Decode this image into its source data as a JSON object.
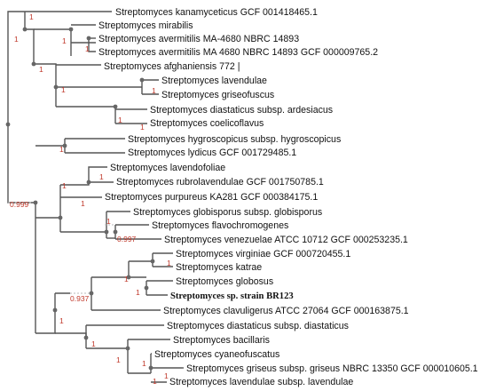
{
  "tree": {
    "branch_color": "#555555",
    "support_color": "#c0392b",
    "taxa": [
      {
        "name": "Streptomyces kanamyceticus  GCF 001418465.1"
      },
      {
        "name": "Streptomyces mirabilis"
      },
      {
        "name": "Streptomyces avermitilis MA-4680   NBRC 14893"
      },
      {
        "name": "Streptomyces avermitilis MA 4680    NBRC 14893  GCF 000009765.2"
      },
      {
        "name": "Streptomyces afghaniensis 772 |"
      },
      {
        "name": "Streptomyces lavendulae"
      },
      {
        "name": "Streptomyces griseofuscus"
      },
      {
        "name": "Streptomyces diastaticus subsp. ardesiacus"
      },
      {
        "name": "Streptomyces coelicoflavus"
      },
      {
        "name": "Streptomyces hygroscopicus subsp. hygroscopicus"
      },
      {
        "name": "Streptomyces lydicus  GCF 001729485.1"
      },
      {
        "name": "Streptomyces lavendofoliae"
      },
      {
        "name": "Streptomyces rubrolavendulae  GCF 001750785.1"
      },
      {
        "name": "Streptomyces purpureus KA281  GCF 000384175.1"
      },
      {
        "name": "Streptomyces globisporus subsp. globisporus"
      },
      {
        "name": "Streptomyces flavochromogenes"
      },
      {
        "name": "Streptomyces venezuelae ATCC 10712  GCF 000253235.1"
      },
      {
        "name": "Streptomyces virginiae  GCF 000720455.1"
      },
      {
        "name": "Streptomyces katrae"
      },
      {
        "name": "Streptomyces globosus"
      },
      {
        "name": "Streptomyces sp. strain BR123",
        "bold": true
      },
      {
        "name": "Streptomyces clavuligerus ATCC 27064  GCF 000163875.1"
      },
      {
        "name": "Streptomyces diastaticus subsp. diastaticus"
      },
      {
        "name": "Streptomyces bacillaris"
      },
      {
        "name": "Streptomyces cyaneofuscatus"
      },
      {
        "name": "Streptomyces griseus subsp. griseus NBRC 13350   GCF 000010605.1"
      },
      {
        "name": "Streptomyces lavendulae subsp. lavendulae"
      }
    ],
    "supports": [
      "1",
      "1",
      "1",
      "1",
      "1",
      "1",
      "1",
      "1",
      "1",
      "0.999",
      "1",
      "1",
      "1",
      "1",
      "0.997",
      "1",
      "1",
      "1",
      "1",
      "0.937",
      "1",
      "1",
      "1",
      "1",
      "1",
      "1"
    ]
  }
}
